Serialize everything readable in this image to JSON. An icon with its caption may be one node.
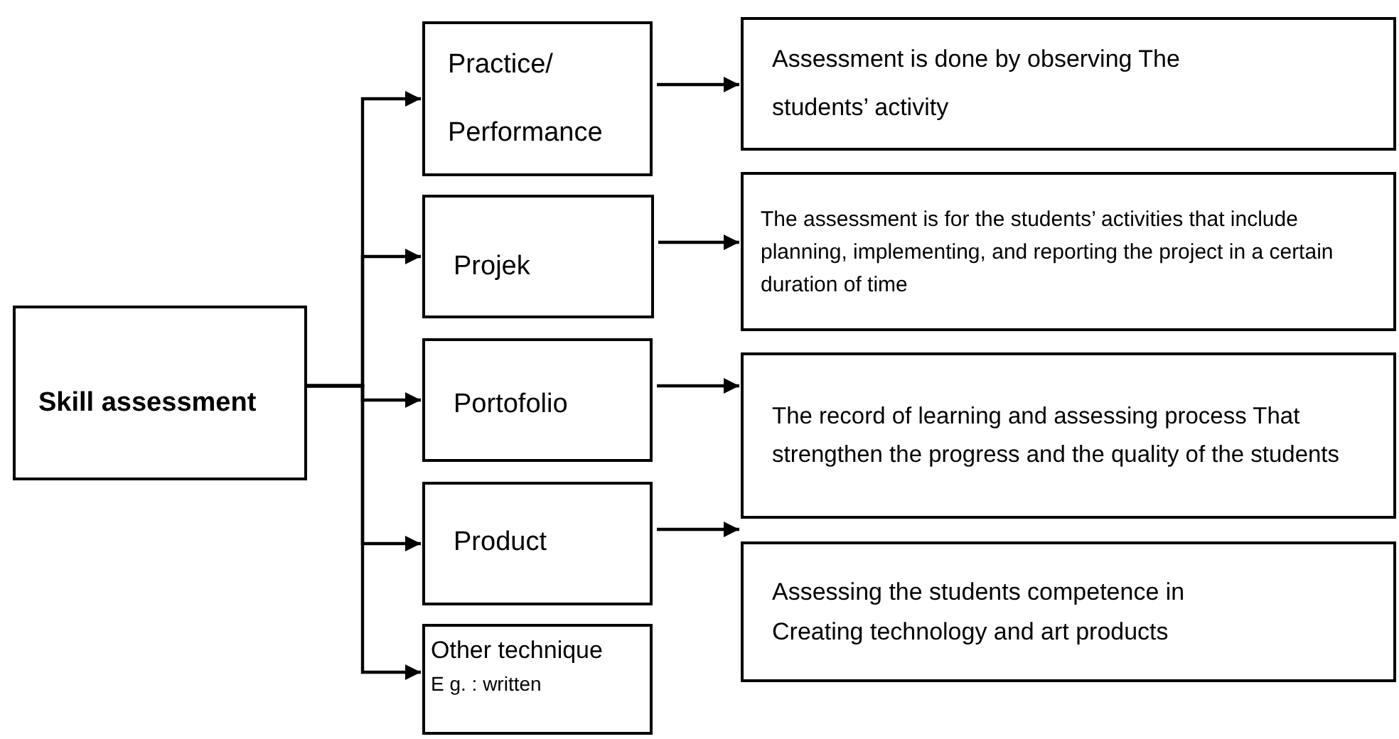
{
  "diagram": {
    "nodes": [
      {
        "text": [
          "Skill assessment"
        ]
      },
      {
        "text": [
          "Practice/ Performance"
        ]
      },
      {
        "text": [
          "Assessment is done by observing The students’ activity"
        ]
      },
      {
        "text": [
          "Projek"
        ]
      },
      {
        "text": [
          "The assessment is for the students’ activities that include planning, implementing, and reporting the project in a certain duration of time"
        ]
      },
      {
        "text": [
          "Portofolio"
        ]
      },
      {
        "text": [
          "The record of learning and assessing process That strengthen the progress and the quality of the students"
        ]
      },
      {
        "text": [
          "Product"
        ]
      },
      {
        "text": [
          "Assessing the students competence in Creating technology and art products"
        ]
      },
      {
        "text": [
          "Other technique",
          "E g. : written"
        ]
      }
    ],
    "edges": [
      {
        "from": 0,
        "to": 1,
        "arrow": "to"
      },
      {
        "from": 0,
        "to": 3,
        "arrow": "to"
      },
      {
        "from": 0,
        "to": 5,
        "arrow": "to"
      },
      {
        "from": 0,
        "to": 7,
        "arrow": "to"
      },
      {
        "from": 0,
        "to": 9,
        "arrow": "to"
      },
      {
        "from": 1,
        "to": 2,
        "arrow": "to"
      },
      {
        "from": 3,
        "to": 4,
        "arrow": "to"
      },
      {
        "from": 5,
        "to": 6,
        "arrow": "to"
      },
      {
        "from": 7,
        "to": 8,
        "arrow": "to"
      }
    ]
  }
}
